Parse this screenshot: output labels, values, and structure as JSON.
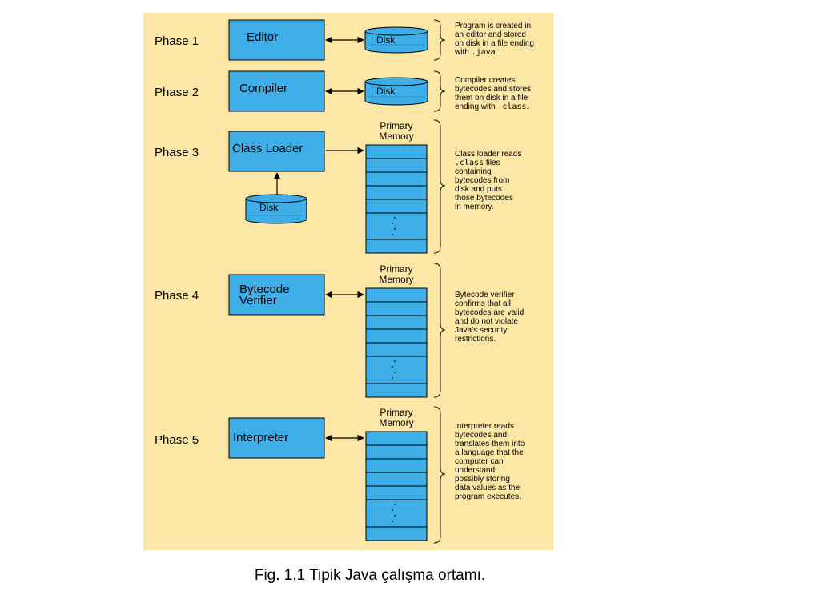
{
  "figure": {
    "caption": "Fig. 1.1 Tipik Java çalışma ortamı.",
    "colors": {
      "background_panel": "#fde7a6",
      "box_fill": "#3daee8",
      "stroke": "#000000"
    }
  },
  "phases": [
    {
      "label": "Phase 1",
      "component": "Editor",
      "storage": "Disk",
      "description": [
        {
          "text": "Program is created in"
        },
        {
          "text": "an editor and stored"
        },
        {
          "text": "on disk in a file ending"
        },
        {
          "text": "with ",
          "code": ".java",
          "after": "."
        }
      ]
    },
    {
      "label": "Phase 2",
      "component": "Compiler",
      "storage": "Disk",
      "description": [
        {
          "text": "Compiler creates"
        },
        {
          "text": "bytecodes and stores"
        },
        {
          "text": "them on disk in a file"
        },
        {
          "text": "ending with ",
          "code": ".class",
          "after": "."
        }
      ]
    },
    {
      "label": "Phase 3",
      "component": "Class Loader",
      "storage": "Disk",
      "memory_label": [
        "Primary",
        "Memory"
      ],
      "description": [
        {
          "text": "Class loader reads"
        },
        {
          "text": "",
          "code": ".class",
          "after": " files"
        },
        {
          "text": "containing"
        },
        {
          "text": "bytecodes from"
        },
        {
          "text": "disk and puts"
        },
        {
          "text": "those bytecodes"
        },
        {
          "text": "in memory."
        }
      ]
    },
    {
      "label": "Phase 4",
      "component": [
        "Bytecode",
        "Verifier"
      ],
      "memory_label": [
        "Primary",
        "Memory"
      ],
      "description": [
        {
          "text": "Bytecode verifier"
        },
        {
          "text": "confirms that all"
        },
        {
          "text": "bytecodes are valid"
        },
        {
          "text": "and do not violate"
        },
        {
          "text": "Java’s security"
        },
        {
          "text": "restrictions."
        }
      ]
    },
    {
      "label": "Phase 5",
      "component": "Interpreter",
      "memory_label": [
        "Primary",
        "Memory"
      ],
      "description": [
        {
          "text": "Interpreter reads"
        },
        {
          "text": "bytecodes and"
        },
        {
          "text": "translates them into"
        },
        {
          "text": "a language that the"
        },
        {
          "text": "computer can"
        },
        {
          "text": "understand,"
        },
        {
          "text": "possibly storing"
        },
        {
          "text": "data values as the"
        },
        {
          "text": "program executes."
        }
      ]
    }
  ]
}
